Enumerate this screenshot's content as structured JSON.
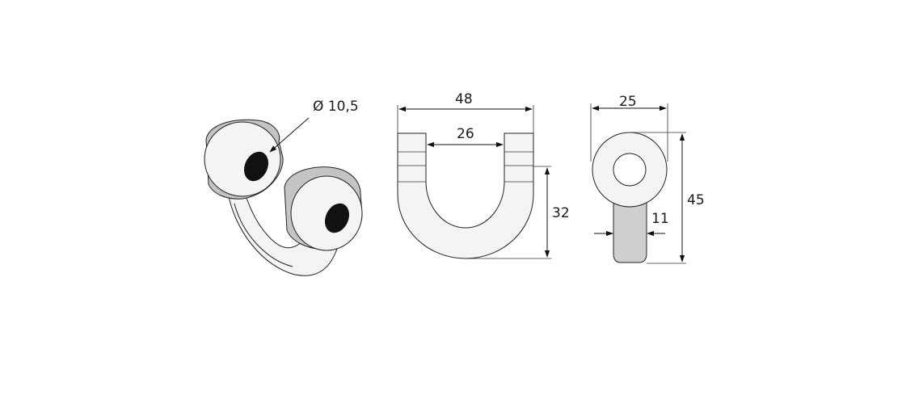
{
  "labels": {
    "hole_diameter": "Ø 10,5",
    "overall_width": "48",
    "inner_width": "26",
    "height": "32",
    "eye_width": "25",
    "total_length": "45",
    "shank_diameter": "11"
  },
  "colors": {
    "ring_fill": "#c4c4c4",
    "body_fill": "#f4f4f4",
    "shank_fill": "#cfcfcf",
    "hole_fill": "#111111",
    "line": "#222222"
  }
}
